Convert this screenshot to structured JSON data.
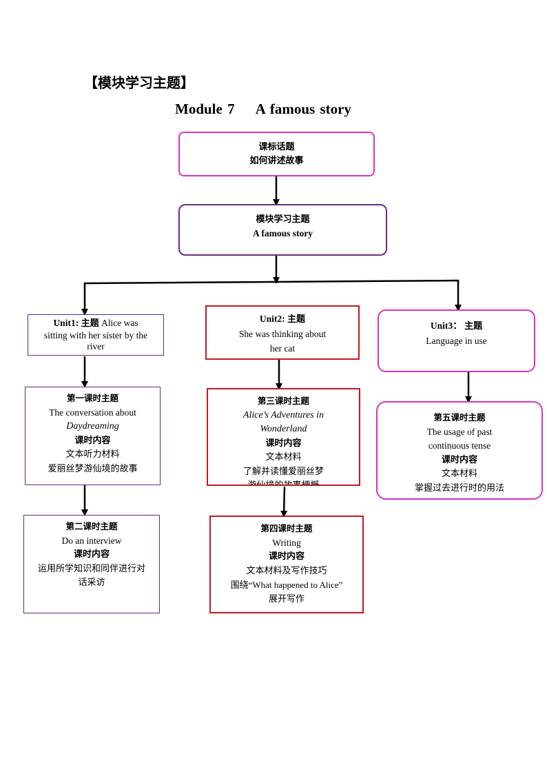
{
  "heading": "【模块学习主题】",
  "title": {
    "module": "Module 7",
    "name": "A famous story"
  },
  "topic_box": {
    "line1": "课标话题",
    "line2": "如何讲述故事"
  },
  "theme_box": {
    "line1": "模块学习主题",
    "line2": "A famous  story"
  },
  "units": [
    {
      "label": "Unit1:",
      "theme": "主题",
      "text": "Alice  was sitting  with  her sister  by the river"
    },
    {
      "label": "Unit2:",
      "theme": "主题",
      "text1": "She was thinking   about",
      "text2": "her  cat"
    },
    {
      "label": "Unit3：",
      "theme": "主题",
      "text": "Language  in use"
    }
  ],
  "lessons": [
    {
      "title": "第一课时主题",
      "en1": "The  conversation   about",
      "en2": "Daydreaming",
      "content_label": "课时内容",
      "line1": "文本听力材料",
      "line2": "爱丽丝梦游仙境的故事"
    },
    {
      "title": "第二课时主题",
      "en1": "Do an  interview",
      "content_label": "课时内容",
      "line1": "运用所学知识和同伴进行对",
      "line2": "话采访"
    },
    {
      "title": "第三课时主题",
      "en1": "Alice’s Adventures in",
      "en2": "Wonderland",
      "content_label": "课时内容",
      "line1": "文本材料",
      "line2": "了解并读懂爱丽丝梦",
      "line3": "游仙境的故事梗概"
    },
    {
      "title": "第四课时主题",
      "en1": "Writing",
      "content_label": "课时内容",
      "line1": "文本材料及写作技巧",
      "line2": "围绕“What happened to Alice”",
      "line3": "展开写作"
    },
    {
      "title": "第五课时主题",
      "en1": "The  usage  of  past",
      "en2": "continuous   tense",
      "content_label": "课时内容",
      "line1": "文本材料",
      "line2": "掌握过去进行时的用法"
    }
  ],
  "colors": {
    "pink": "#d633c0",
    "purple": "#6a2a80",
    "red": "#c0191e"
  }
}
